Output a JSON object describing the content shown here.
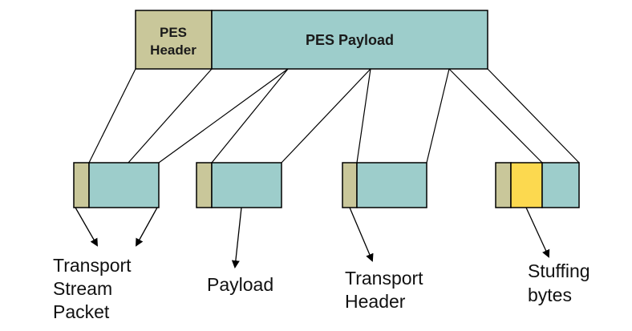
{
  "pes_packet": {
    "header_label_line1": "PES",
    "header_label_line2": "Header",
    "payload_label": "PES Payload"
  },
  "labels": {
    "ts_packet": [
      "Transport",
      "Stream",
      "Packet"
    ],
    "payload": [
      "Payload"
    ],
    "transport_header": [
      "Transport",
      "Header"
    ],
    "stuffing": [
      "Stuffing",
      "bytes"
    ]
  },
  "colors": {
    "header_fill": "#c9c79a",
    "payload_fill": "#9dcdcb",
    "stuffing_fill": "#fcd94f",
    "stroke": "#000000"
  }
}
